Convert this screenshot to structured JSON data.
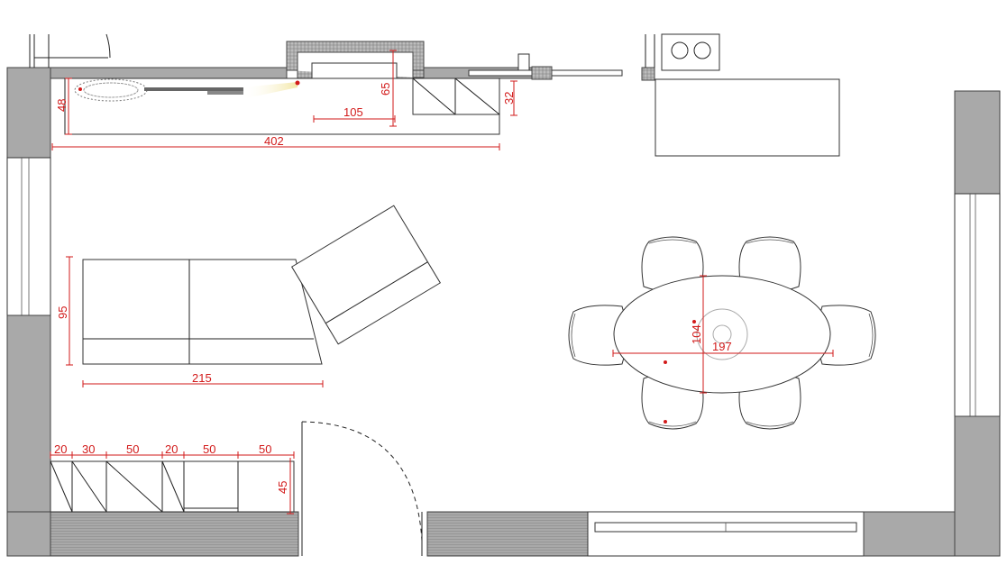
{
  "dimensions": {
    "cabinet_depth_left": "48",
    "fireplace_depth": "65",
    "fireplace_width": "105",
    "shelf_depth": "32",
    "wall_run": "402",
    "sofa_depth": "95",
    "sofa_width": "215",
    "table_depth": "104",
    "table_length": "197",
    "seg_1": "20",
    "seg_2": "30",
    "seg_3": "50",
    "seg_4": "20",
    "seg_5": "50",
    "seg_6": "50",
    "storage_depth": "45"
  },
  "colors": {
    "wall": "#a9a9a9",
    "dimension": "#d21a1a",
    "lamp": "#f3e7a6"
  }
}
